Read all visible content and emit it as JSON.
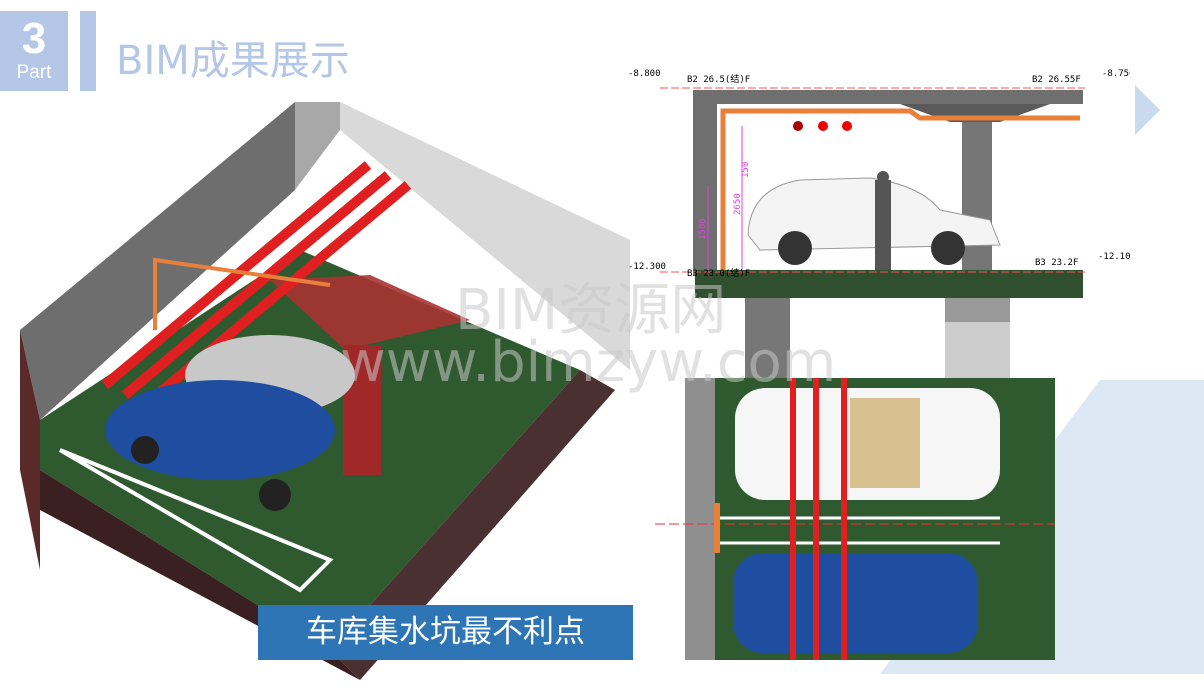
{
  "header": {
    "part_number": "3",
    "part_label": "Part",
    "title": "BIM成果展示"
  },
  "caption": "车库集水坑最不利点",
  "watermark": {
    "line1": "BIM资源网",
    "line2": "www.bimzyw.com"
  },
  "section": {
    "elev_top_left": "-8.800",
    "level_top_left": "B2 26.5(结)F",
    "level_top_right": "B2 26.55F",
    "elev_top_right": "-8.750",
    "elev_bottom_left": "-12.300",
    "level_bottom_left": "B3 23.0(结)F",
    "level_bottom_right": "B3 23.2F",
    "elev_bottom_right": "-12.100",
    "dim_150": "150",
    "dim_2650": "2650",
    "dim_1500": "1500"
  },
  "colors": {
    "accent": "#b4c7e7",
    "caption_bg": "#2e75b6",
    "floor": "#2f5a2f",
    "pipe": "#e02020",
    "drain_pipe": "#e8803a"
  }
}
